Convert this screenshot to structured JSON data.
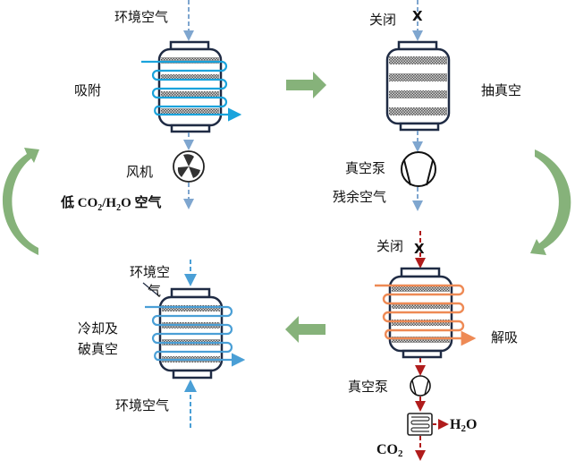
{
  "colors": {
    "cold_flow": "#1aa3dc",
    "cold_flow_light": "#4a9fd6",
    "hot_flow": "#ee8a55",
    "air_line": "#7fa6cf",
    "vacuum_line": "#b01c1c",
    "vessel_outline": "#1f2b44",
    "cycle_arrow": "#86b27a"
  },
  "stages": {
    "adsorption": {
      "title": "吸附",
      "inlet": "环境空气",
      "fan_label": "风机",
      "outlet_prefix": "低 CO",
      "outlet_sub1": "2",
      "outlet_mid": "/H",
      "outlet_sub2": "2",
      "outlet_suffix": "O 空气"
    },
    "evacuation": {
      "title": "抽真空",
      "valve_label": "关闭",
      "valve_mark": "X",
      "pump_label": "真空泵",
      "outlet": "残余空气"
    },
    "desorption": {
      "title": "解吸",
      "valve_label": "关闭",
      "valve_mark": "X",
      "pump_label": "真空泵",
      "water_main": "H",
      "water_sub": "2",
      "water_tail": "O",
      "co2_main": "CO",
      "co2_sub": "2"
    },
    "cooling": {
      "title_line1": "冷却及",
      "title_line2": "破真空",
      "inlet_top_line1": "环境空",
      "inlet_top_line2": "气",
      "inlet_bottom": "环境空气"
    }
  },
  "flow_arrows": [
    "adsorption-to-evacuation",
    "evacuation-to-desorption",
    "desorption-to-cooling",
    "cooling-to-adsorption"
  ]
}
